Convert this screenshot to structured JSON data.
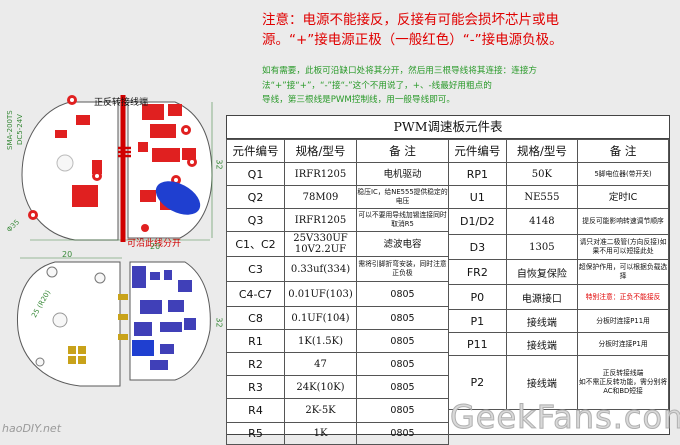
{
  "warning": {
    "line1": "注意：电源不能接反，反接有可能会损坏芯片或电",
    "line2": "源。“+”接电源正极（一般红色）“-”接电源负极。"
  },
  "note": {
    "line1": "如有需要，此板可沿缺口处将其分开，然后用三根导线将其连接：连接方",
    "line2": "法“+”接“+”，“-”接“-”这个不用说了，+、-线最好用粗点的",
    "line3": "导线，第三根线是PWM控制线，用一般导线即可。"
  },
  "pcb": {
    "reverse_label": "正反转接线端",
    "cut_label": "可沿此线分开",
    "board_text_1": "SMA-200TS",
    "board_text_2": "DC5-24V",
    "dim_32a": "32",
    "dim_32b": "32",
    "dim_20a": "20",
    "dim_20b": "20",
    "dim_phi": "Φ35",
    "dim_r": "25 (R20)"
  },
  "table": {
    "title": "PWM调速板元件表",
    "headers": {
      "ref": "元件编号",
      "model": "规格/型号",
      "note": "备  注"
    },
    "left": [
      {
        "ref": "Q1",
        "model": "IRFR1205",
        "note": "电机驱动"
      },
      {
        "ref": "Q2",
        "model": "78M09",
        "note": "稳压IC，给NE555提供稳定的电压"
      },
      {
        "ref": "Q3",
        "model": "IRFR1205",
        "note": "可以不要用导线加锡连接同时取消R5"
      },
      {
        "ref": "C1、C2",
        "model": "25V330UF\n10V2.2UF",
        "note": "滤波电容"
      },
      {
        "ref": "C3",
        "model": "0.33uf(334)",
        "note": "需将引脚折弯安装，同时注意正负极"
      },
      {
        "ref": "C4-C7",
        "model": "0.01UF(103)",
        "note": "0805"
      },
      {
        "ref": "C8",
        "model": "0.1UF(104)",
        "note": "0805"
      },
      {
        "ref": "R1",
        "model": "1K(1.5K)",
        "note": "0805"
      },
      {
        "ref": "R2",
        "model": "47",
        "note": "0805"
      },
      {
        "ref": "R3",
        "model": "24K(10K)",
        "note": "0805"
      },
      {
        "ref": "R4",
        "model": "2K-5K",
        "note": "0805"
      },
      {
        "ref": "R5",
        "model": "1K",
        "note": "0805"
      }
    ],
    "right": [
      {
        "ref": "RP1",
        "model": "50K",
        "note": "5脚电位器(带开关)"
      },
      {
        "ref": "U1",
        "model": "NE555",
        "note": "定时IC"
      },
      {
        "ref": "D1/D2",
        "model": "4148",
        "note": "提反可能影响转速调节顺序"
      },
      {
        "ref": "D3",
        "model": "1305",
        "note": "请只对准二极管(方向反接)如果不用可以短接此处"
      },
      {
        "ref": "FR2",
        "model": "自恢复保险",
        "note": "超保护作用，可以根据负载选择"
      },
      {
        "ref": "P0",
        "model": "电源接口",
        "note": "特别注意：正负不能接反"
      },
      {
        "ref": "P1",
        "model": "接线端",
        "note": "分板时连接P11用"
      },
      {
        "ref": "P11",
        "model": "接线端",
        "note": "分板时连接P1用"
      },
      {
        "ref": "P2",
        "model": "接线端",
        "note": "正反转接线端\n如不需正反转功能，需分别将AC和BD短接"
      }
    ]
  },
  "watermark": "GeekFans.com",
  "source": "haoDIY.net",
  "colors": {
    "red": "#e00000",
    "green": "#2a9a2a",
    "pcb_red": "#e02020",
    "pcb_blue": "#1f3fd0",
    "copper": "#c8a21a",
    "purple": "#4040b8"
  }
}
